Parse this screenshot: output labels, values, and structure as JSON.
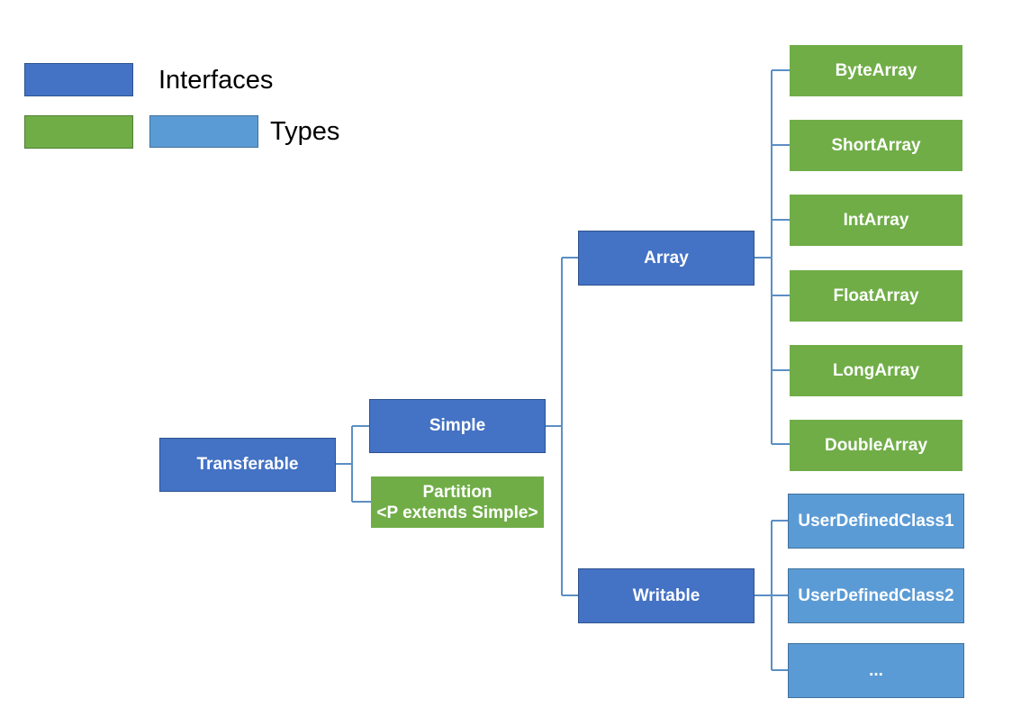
{
  "colors": {
    "interface": "#4472c4",
    "type_green": "#70ad47",
    "type_light": "#5b9bd5",
    "connector": "#5b8fc4"
  },
  "legend": {
    "interfaces_label": "Interfaces",
    "types_label": "Types"
  },
  "nodes": {
    "transferable": "Transferable",
    "simple": "Simple",
    "partition_line1": "Partition",
    "partition_line2": "<P extends Simple>",
    "array": "Array",
    "writable": "Writable",
    "byte_array": "ByteArray",
    "short_array": "ShortArray",
    "int_array": "IntArray",
    "float_array": "FloatArray",
    "long_array": "LongArray",
    "double_array": "DoubleArray",
    "user_defined_class1": "UserDefinedClass1",
    "user_defined_class2": "UserDefinedClass2",
    "more": "..."
  }
}
